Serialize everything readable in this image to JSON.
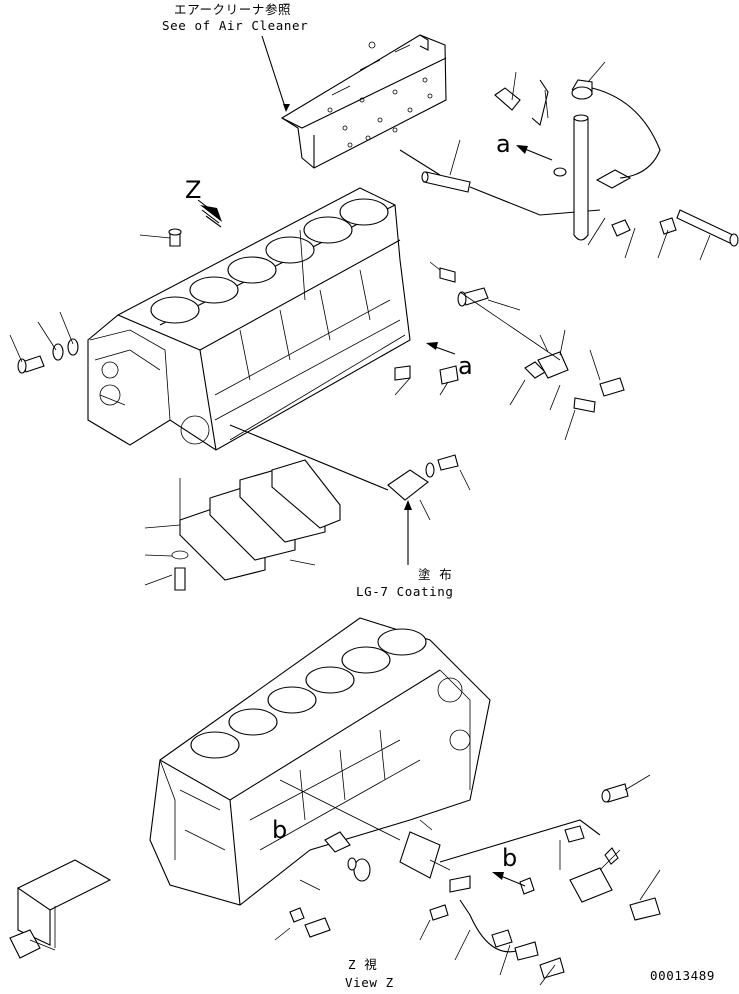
{
  "labels": {
    "air_cleaner_jp": "エアークリーナ参照",
    "air_cleaner_en": "See of Air Cleaner",
    "coating_jp": "塗 布",
    "coating_en": "LG-7 Coating",
    "view_jp": "Z  視",
    "view_en": "View Z",
    "view_letter": "Z",
    "ref_a_top": "a",
    "ref_a_mid": "a",
    "ref_b_left": "b",
    "ref_b_right": "b",
    "drawing_number": "00013489"
  }
}
